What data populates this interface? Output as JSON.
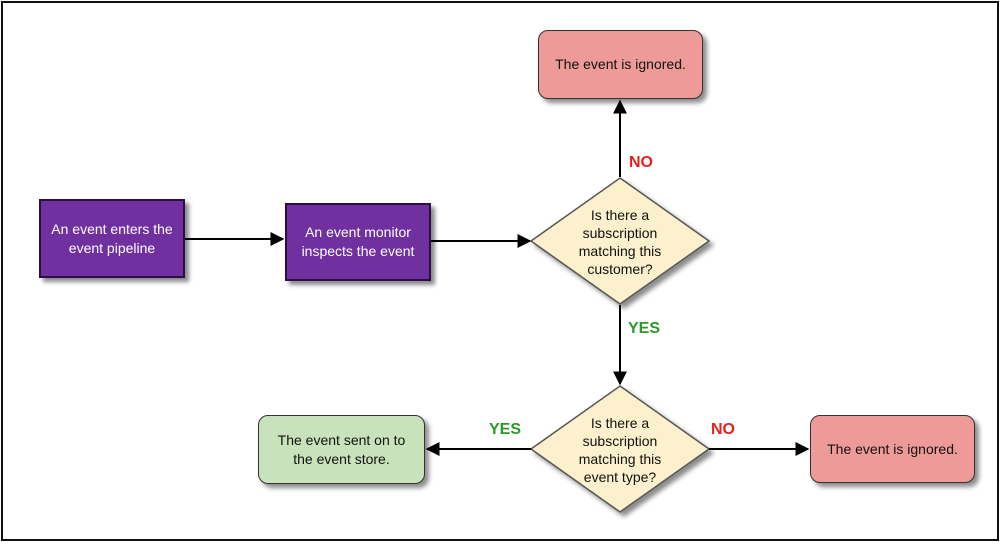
{
  "colors": {
    "process": "#7030a0",
    "decision": "#fdf0cc",
    "ignored": "#ee9a98",
    "stored": "#c8e3bc",
    "no_label": "#e8201c",
    "yes_label": "#2a9a2a"
  },
  "nodes": {
    "start": "An event enters the event pipeline",
    "monitor": "An event monitor inspects the event",
    "decision_customer": "Is there a subscription matching this customer?",
    "ignored_top": "The event is ignored.",
    "decision_type": "Is there a subscription matching this event type?",
    "stored": "The event sent on to the event store.",
    "ignored_right": "The event is ignored."
  },
  "edges": {
    "customer_no": "NO",
    "customer_yes": "YES",
    "type_yes": "YES",
    "type_no": "NO"
  }
}
